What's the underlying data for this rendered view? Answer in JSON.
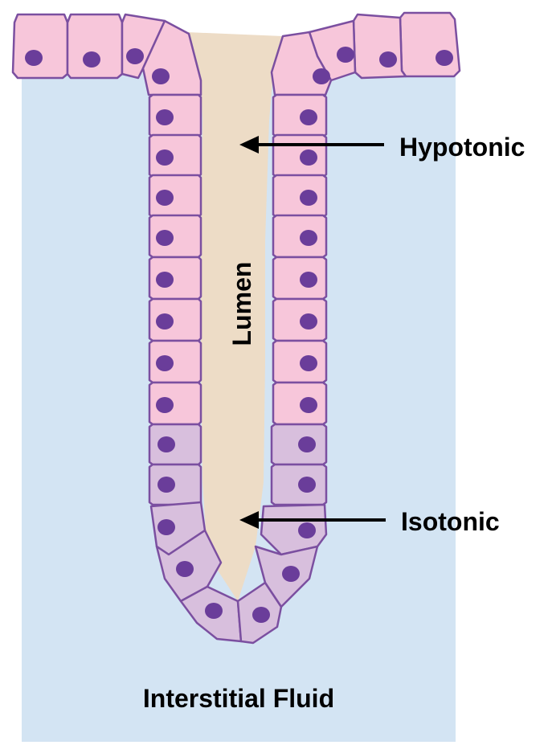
{
  "labels": {
    "lumen": "Lumen",
    "hypotonic": "Hypotonic",
    "isotonic": "Isotonic",
    "interstitial": "Interstitial Fluid"
  },
  "colors": {
    "interstitial_fluid": "#d3e4f3",
    "lumen": "#eddcc6",
    "upper_cells": "#f7c6da",
    "lower_cells": "#d8bfdd",
    "cell_outline": "#7b4fa0",
    "nucleus": "#6a3d9a",
    "arrow": "#000000"
  }
}
